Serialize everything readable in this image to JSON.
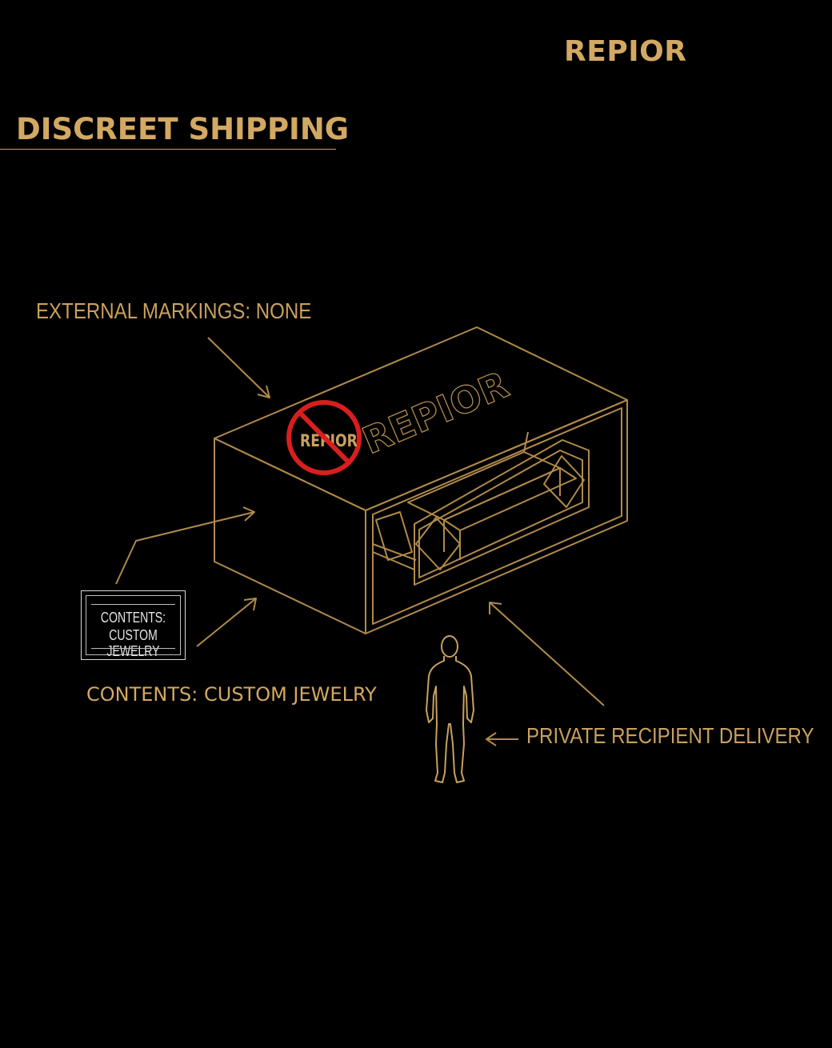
{
  "header": {
    "brand": "REPIOR",
    "section_title": "DISCREET SHIPPING"
  },
  "diagram": {
    "label_external": "EXTERNAL MARKINGS: NONE",
    "label_contents": "CONTENTS: CUSTOM JEWELRY",
    "label_recipient": "PRIVATE RECIPIENT DELIVERY",
    "tag_line1": "CONTENTS:",
    "tag_line2": "CUSTOM JEWELRY",
    "box_brand": "REPIOR",
    "crossed_brand": "REPIOR"
  },
  "colors": {
    "background": "#000000",
    "gold": "#d3a862",
    "line_gold": "#b08a4a",
    "prohibition_red": "#d81e1e"
  }
}
